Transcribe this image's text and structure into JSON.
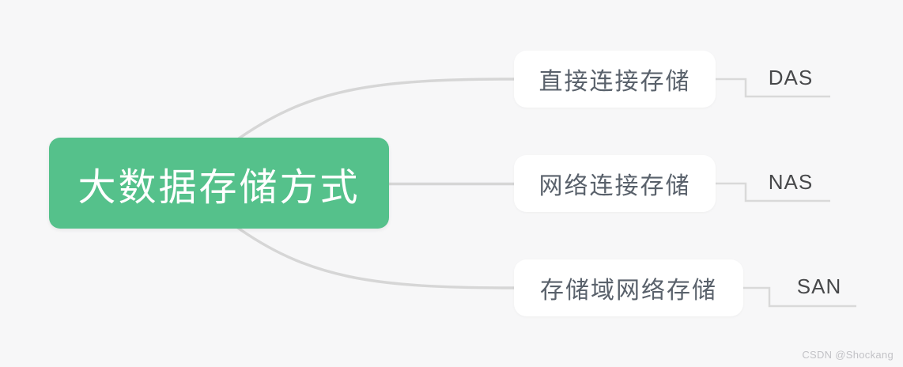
{
  "diagram": {
    "root": {
      "label": "大数据存储方式"
    },
    "branches": [
      {
        "label": "直接连接存储",
        "tag": "DAS"
      },
      {
        "label": "网络连接存储",
        "tag": "NAS"
      },
      {
        "label": "存储域网络存储",
        "tag": "SAN"
      }
    ]
  },
  "watermark": "CSDN @Shockang",
  "colors": {
    "background": "#f7f7f8",
    "root_bg": "#55c18b",
    "root_text": "#ffffff",
    "branch_bg": "#ffffff",
    "branch_text": "#59616b",
    "tag_text": "#47484a",
    "connector": "#d6d6d6",
    "watermark_text": "#c2c2c6"
  }
}
